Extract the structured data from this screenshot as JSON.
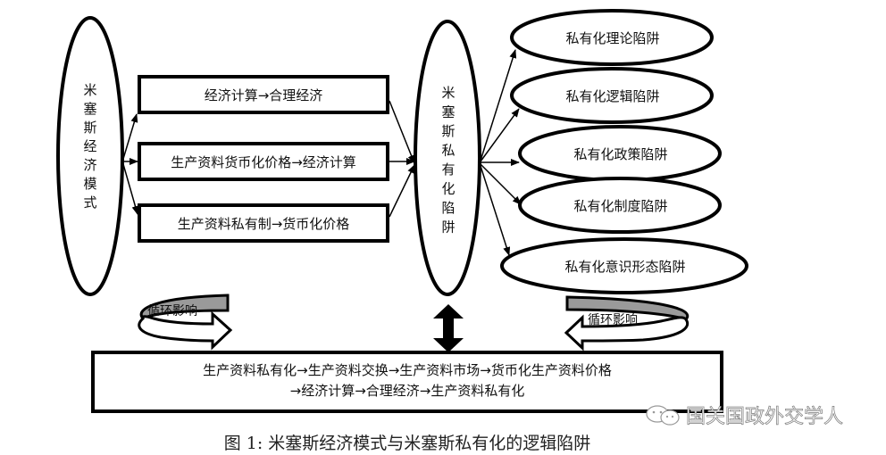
{
  "diagram": {
    "left_ellipse": {
      "label_chars": [
        "米",
        "塞",
        "斯",
        "经",
        "济",
        "模",
        "式"
      ]
    },
    "center_ellipse": {
      "label_chars": [
        "米",
        "塞",
        "斯",
        "私",
        "有",
        "化",
        "陷",
        "阱"
      ]
    },
    "middle_boxes": [
      {
        "label": "经济计算→合理经济"
      },
      {
        "label": "生产资料货币化价格→经济计算"
      },
      {
        "label": "生产资料私有制→货币化价格"
      }
    ],
    "trap_ellipses": [
      {
        "label": "私有化理论陷阱"
      },
      {
        "label": "私有化逻辑陷阱"
      },
      {
        "label": "私有化政策陷阱"
      },
      {
        "label": "私有化制度陷阱"
      },
      {
        "label": "私有化意识形态陷阱"
      }
    ],
    "bottom_box": {
      "line1": "生产资料私有化→生产资料交换→生产资料市场→货币化生产资料价格",
      "line2": "→经济计算→合理经济→生产资料私有化"
    },
    "loop_left": {
      "label": "循环影响"
    },
    "loop_right": {
      "label": "循环影响"
    },
    "caption": "图 1: 米塞斯经济模式与米塞斯私有化的逻辑陷阱",
    "watermark": "国关国政外交学人",
    "colors": {
      "stroke": "#000000",
      "loop_fill": "#9a9a9a",
      "background": "#ffffff"
    }
  }
}
